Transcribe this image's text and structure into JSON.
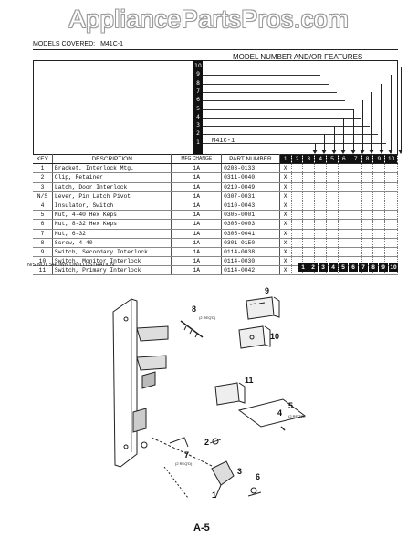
{
  "watermark": "AppliancePartsPros.com",
  "header": {
    "models_label": "MODELS COVERED:",
    "models_value": "M41C-1",
    "feature_title": "MODEL NUMBER AND/OR FEATURES",
    "model_name": "M41C-1"
  },
  "feature_numbers": [
    "10",
    "9",
    "8",
    "7",
    "6",
    "5",
    "4",
    "3",
    "2",
    "1"
  ],
  "table": {
    "headers": {
      "key": "KEY",
      "description": "DESCRIPTION",
      "change": "MFG CHANGE",
      "part_number": "PART NUMBER"
    },
    "model_cols": [
      "1",
      "2",
      "3",
      "4",
      "5",
      "6",
      "7",
      "8",
      "9",
      "10"
    ],
    "rows": [
      {
        "key": "1",
        "description": "Bracket, Interlock Mtg.",
        "change": "1A",
        "part_number": "0203-0133",
        "mark": "X"
      },
      {
        "key": "2",
        "description": "Clip, Retainer",
        "change": "1A",
        "part_number": "0311-0040",
        "mark": "X"
      },
      {
        "key": "3",
        "description": "Latch, Door Interlock",
        "change": "1A",
        "part_number": "0219-0049",
        "mark": "X"
      },
      {
        "key": "N/S",
        "description": "Lever, Pin Latch Pivot",
        "change": "1A",
        "part_number": "0307-0031",
        "mark": "X"
      },
      {
        "key": "4",
        "description": "Insulator, Switch",
        "change": "1A",
        "part_number": "0110-0043",
        "mark": "X"
      },
      {
        "key": "5",
        "description": "Nut, 4-40 Hex Keps",
        "change": "1A",
        "part_number": "0305-0001",
        "mark": "X"
      },
      {
        "key": "6",
        "description": "Nut, 8-32 Hex Keps",
        "change": "1A",
        "part_number": "0305-0003",
        "mark": "X"
      },
      {
        "key": "7",
        "description": "Nut, 6-32",
        "change": "1A",
        "part_number": "0305-0041",
        "mark": "X"
      },
      {
        "key": "8",
        "description": "Screw, 4-40",
        "change": "1A",
        "part_number": "0301-0150",
        "mark": "X"
      },
      {
        "key": "9",
        "description": "Switch, Secondary Interlock",
        "change": "1A",
        "part_number": "0114-0038",
        "mark": "X"
      },
      {
        "key": "10",
        "description": "Switch, Monitor Interlock",
        "change": "1A",
        "part_number": "0114-0030",
        "mark": "X"
      },
      {
        "key": "11",
        "description": "Switch, Primary Interlock",
        "change": "1A",
        "part_number": "0114-0042",
        "mark": "X"
      }
    ]
  },
  "note": "N/S NOT SHOWN ON ILLUSTRATION:",
  "diagram": {
    "callouts": [
      "1",
      "2",
      "3",
      "4",
      "5",
      "6",
      "7",
      "8",
      "9",
      "10",
      "11"
    ],
    "qty_note": "(2 REQ'D)"
  },
  "footer": {
    "page": "A-5"
  }
}
